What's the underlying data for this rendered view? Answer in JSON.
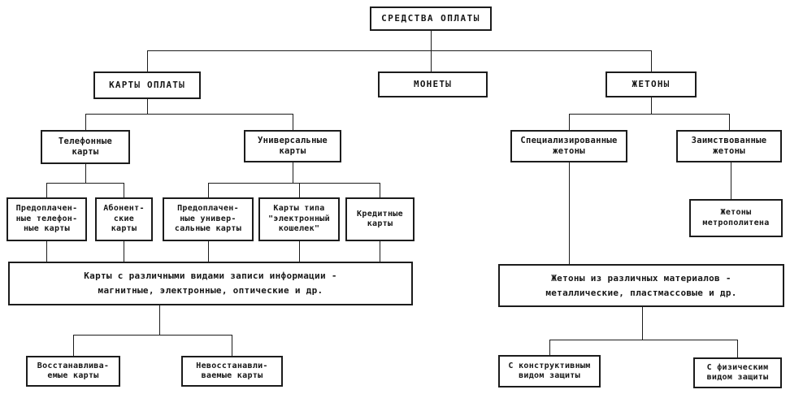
{
  "diagram": {
    "title": "СРЕДСТВА ОПЛАТЫ",
    "line_color": "#1c1c1c",
    "background_color": "#ffffff",
    "nodes": {
      "root": {
        "label": "СРЕДСТВА ОПЛАТЫ"
      },
      "cards": {
        "label": "КАРТЫ  ОПЛАТЫ"
      },
      "coins": {
        "label": "МОНЕТЫ"
      },
      "tokens": {
        "label": "ЖЕТОНЫ"
      },
      "phone_cards": {
        "label": "Телефонные\nкарты"
      },
      "universal_cards": {
        "label": "Универсальные\nкарты"
      },
      "specialized_tokens": {
        "label": "Специализированные\nжетоны"
      },
      "borrowed_tokens": {
        "label": "Заимствованные\nжетоны"
      },
      "prepaid_phone_cards": {
        "label": "Предоплачен-\nные телефон-\nные карты"
      },
      "subscriber_cards": {
        "label": "Абонент-\nские\nкарты"
      },
      "prepaid_universal_cards": {
        "label": "Предоплачен-\nные универ-\nсальные карты"
      },
      "ewallet_cards": {
        "label": "Карты типа\n\"электронный\nкошелек\""
      },
      "credit_cards": {
        "label": "Кредитные\nкарты"
      },
      "metro_tokens": {
        "label": "Жетоны\nметрополитена"
      },
      "cards_info": {
        "label": "Карты с различными видами записи информации -\nмагнитные, электронные, оптические и др."
      },
      "tokens_info": {
        "label": "Жетоны из различных материалов -\nметаллические, пластмассовые и др."
      },
      "renewable_cards": {
        "label": "Восстанавлива-\nемые карты"
      },
      "nonrenewable_cards": {
        "label": "Невосстанавли-\nваемые карты"
      },
      "constructive_protection": {
        "label": "С конструктивным\nвидом защиты"
      },
      "physical_protection": {
        "label": "С физическим\nвидом защиты"
      }
    }
  }
}
